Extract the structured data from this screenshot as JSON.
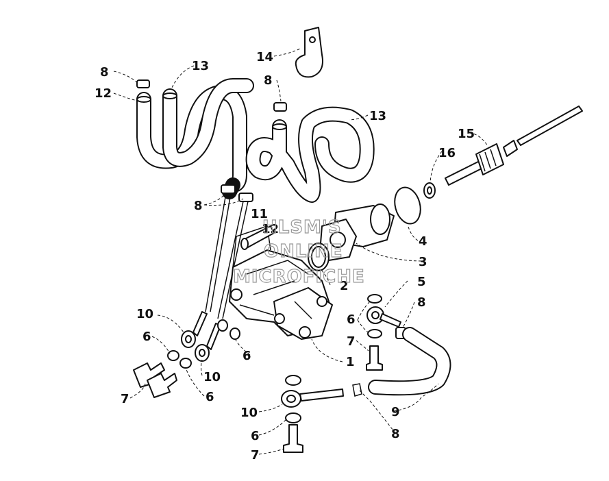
{
  "callouts": {
    "c1": "1",
    "c2": "2",
    "c3": "3",
    "c4": "4",
    "c5": "5",
    "c6a": "6",
    "c6b": "6",
    "c6c": "6",
    "c6d": "6",
    "c6e": "6",
    "c7a": "7",
    "c7b": "7",
    "c7c": "7",
    "c8a": "8",
    "c8b": "8",
    "c8c": "8",
    "c8d": "8",
    "c8e": "8",
    "c9": "9",
    "c10a": "10",
    "c10b": "10",
    "c10c": "10",
    "c11": "11",
    "c12a": "12",
    "c12b": "12",
    "c13a": "13",
    "c13b": "13",
    "c14": "14",
    "c15": "15",
    "c16": "16"
  },
  "watermark": {
    "line1": "HLSM'S",
    "line2": "ONLINE",
    "line3": "MICROFICHE"
  }
}
